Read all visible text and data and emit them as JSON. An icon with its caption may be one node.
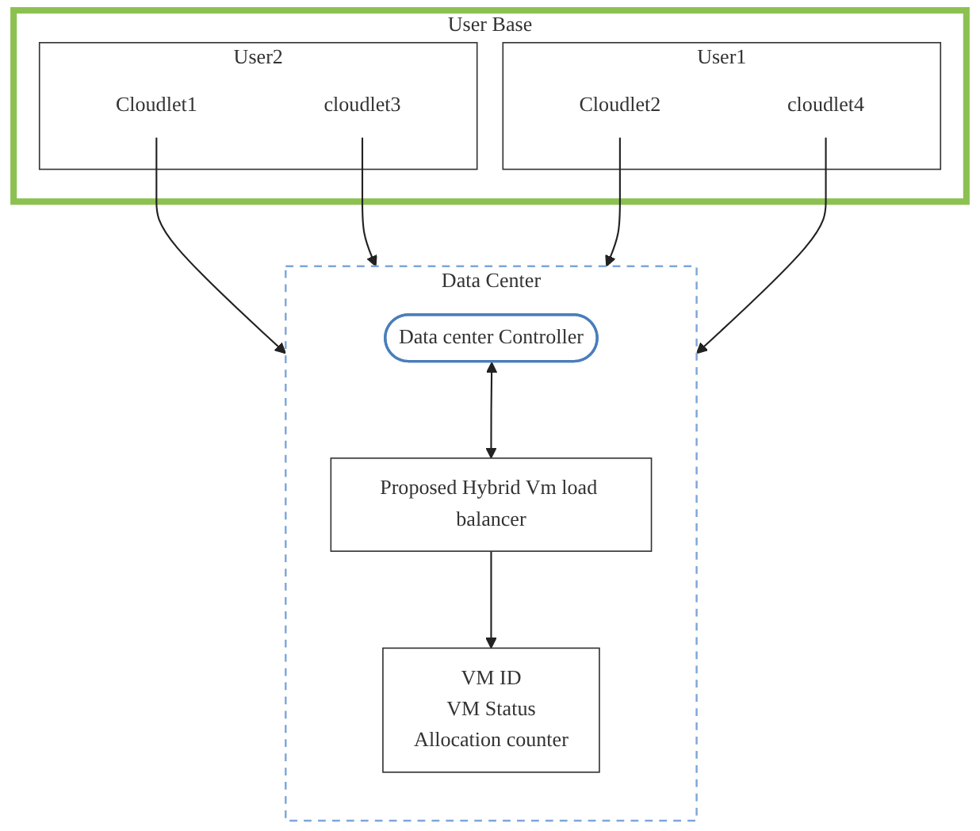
{
  "diagram": {
    "nodes": [
      {
        "text": [
          "User Base"
        ]
      },
      {
        "text": [
          "User2"
        ],
        "in": 0
      },
      {
        "text": [
          "Cloudlet1"
        ],
        "in": 1
      },
      {
        "text": [
          "cloudlet3"
        ],
        "in": 1
      },
      {
        "text": [
          "User1"
        ],
        "in": 0
      },
      {
        "text": [
          "Cloudlet2"
        ],
        "in": 4
      },
      {
        "text": [
          "cloudlet4"
        ],
        "in": 4
      },
      {
        "text": [
          "Data Center"
        ]
      },
      {
        "text": [
          "Data center Controller"
        ],
        "in": 7
      },
      {
        "text": [
          "Proposed Hybrid Vm load balancer"
        ],
        "in": 7
      },
      {
        "text": [
          "VM ID",
          "VM Status",
          "Allocation counter"
        ],
        "in": 7
      }
    ],
    "edges": [
      {
        "from": 2,
        "to": 7,
        "arrow": "to"
      },
      {
        "from": 3,
        "to": 7,
        "arrow": "to"
      },
      {
        "from": 5,
        "to": 7,
        "arrow": "to"
      },
      {
        "from": 6,
        "to": 7,
        "arrow": "to"
      },
      {
        "from": 8,
        "to": 9,
        "arrow": "both"
      },
      {
        "from": 9,
        "to": 10,
        "arrow": "to"
      }
    ]
  }
}
